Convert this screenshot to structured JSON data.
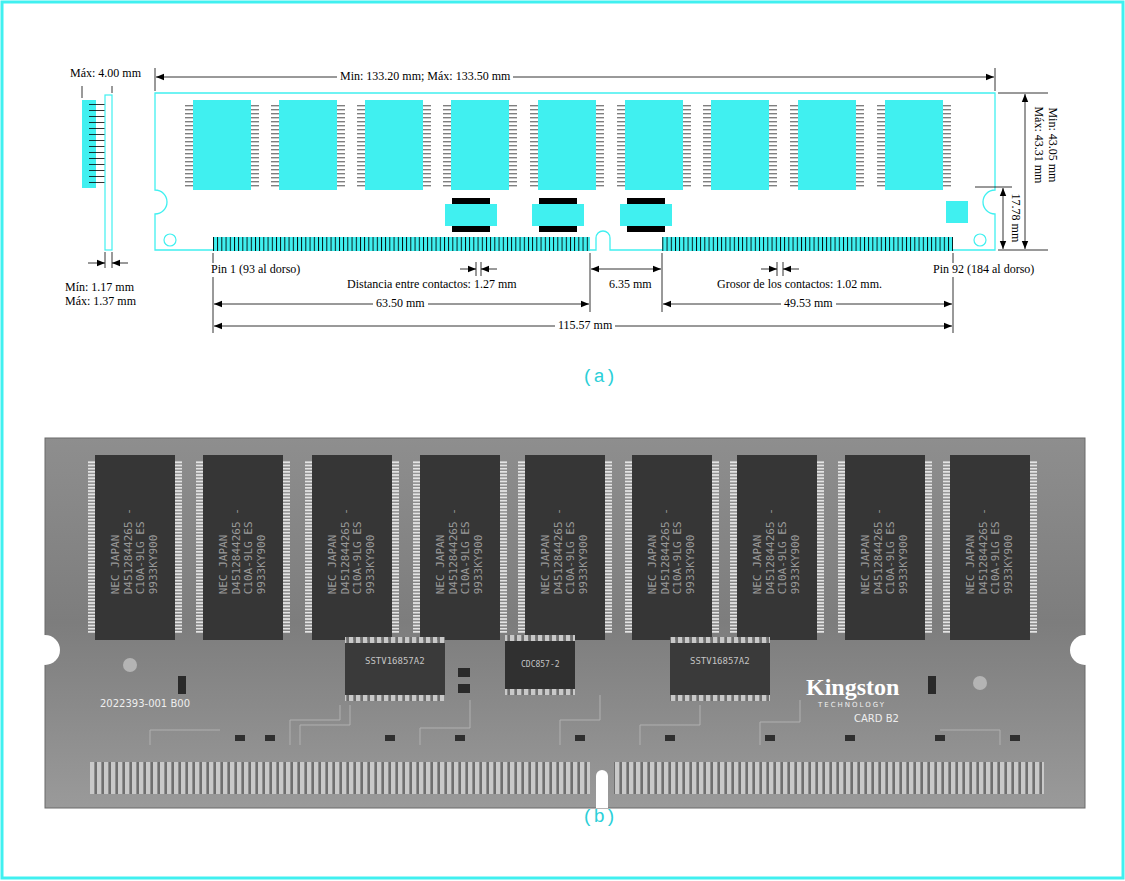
{
  "diagram": {
    "labels": [
      "Máx: 4.00 mm",
      "Min: 133.20 mm;  Máx: 133.50 mm",
      "Min: 43.05 mm",
      "Máx: 43.31 mm",
      "17.78 mm",
      "Pin 1 (93 al dorso)",
      "Distancia entre contactos: 1.27 mm",
      "6.35 mm",
      "Grosor de los contactos: 1.02 mm.",
      "Pin 92 (184 al dorso)",
      "Mín: 1.17 mm",
      "Máx: 1.37 mm",
      "63.50 mm",
      "49.53 mm",
      "115.57 mm",
      "(a)",
      "NEC JAPAN D4512844265 -C10A-9LG ES 9933KY900",
      "NEC JAPAN D4512844265 -C10A-9LG ES 9933KY900",
      "NEC JAPAN D4512844265 -C10A-9LG ES 9933KY900",
      "NEC JAPAN D4512844265 -C10A-9LG ES 9933KY900",
      "NEC JAPAN D4512844265 -C10A-9LG ES 9933KY900",
      "NEC JAPAN D4512844265 -C10A-9LG ES 9933KY900",
      "NEC JAPAN D4512844265 -C10A-9LG ES 9933KY900",
      "NEC JAPAN D4512844265 -C10A-9LG ES 9933KY900",
      "NEC JAPAN D4512844265 -C10A-9LG ES 9933KY900",
      "SSTV16857A2",
      "CDC857-2",
      "SSTV16857A2",
      "Kingston",
      "TECHNOLOGY",
      "CARD B2",
      "2022393-001 B00",
      "(b)"
    ]
  }
}
